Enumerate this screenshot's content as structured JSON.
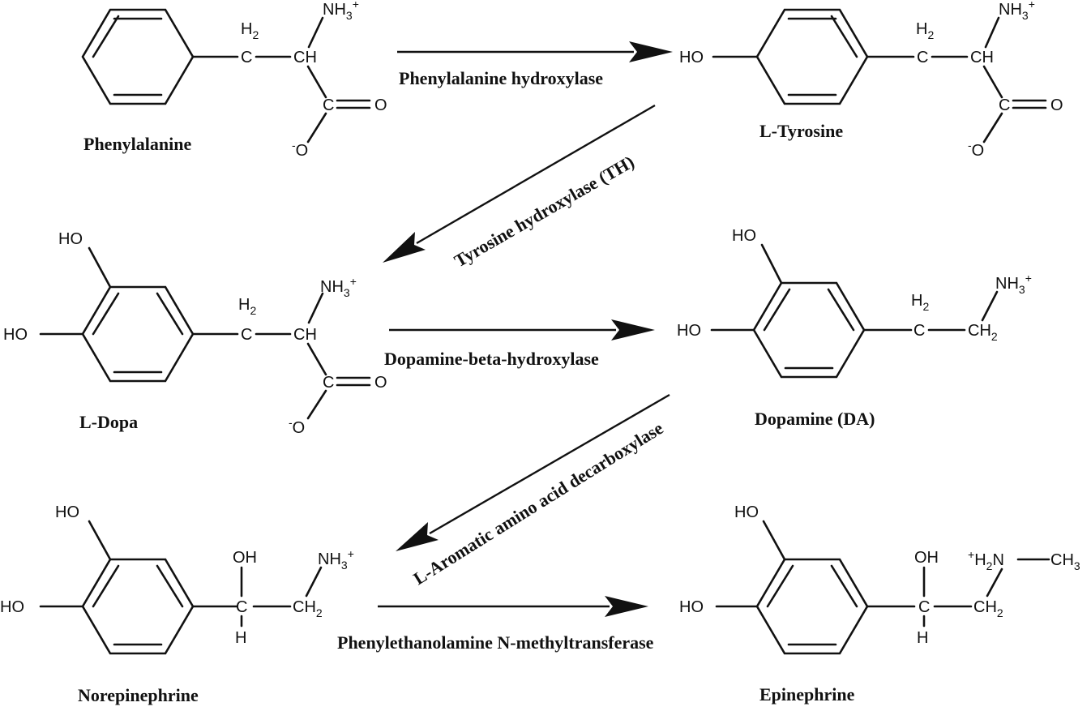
{
  "molecules": {
    "phenylalanine": {
      "name": "Phenylalanine",
      "atoms": {
        "h2": "H",
        "h2_sub": "2",
        "c": "C",
        "ch": "CH",
        "nh3": "NH",
        "nh3_sub": "3",
        "nh3_sup": "+",
        "c2": "C",
        "o": "O",
        "o_minus_sup": "-",
        "o_minus": "O"
      }
    },
    "tyrosine": {
      "name": "L-Tyrosine",
      "atoms": {
        "ho": "HO",
        "h2": "H",
        "h2_sub": "2",
        "c": "C",
        "ch": "CH",
        "nh3": "NH",
        "nh3_sub": "3",
        "nh3_sup": "+",
        "c2": "C",
        "o": "O",
        "o_minus_sup": "-",
        "o_minus": "O"
      }
    },
    "ldopa": {
      "name": "L-Dopa",
      "atoms": {
        "ho_top": "HO",
        "ho_left": "HO",
        "h2": "H",
        "h2_sub": "2",
        "c": "C",
        "ch": "CH",
        "nh3": "NH",
        "nh3_sub": "3",
        "nh3_sup": "+",
        "c2": "C",
        "o": "O",
        "o_minus_sup": "-",
        "o_minus": "O"
      }
    },
    "dopamine": {
      "name": "Dopamine (DA)",
      "atoms": {
        "ho_top": "HO",
        "ho_left": "HO",
        "h2": "H",
        "h2_sub": "2",
        "c": "C",
        "ch2": "CH",
        "ch2_sub": "2",
        "nh3": "NH",
        "nh3_sub": "3",
        "nh3_sup": "+"
      }
    },
    "norepinephrine": {
      "name": "Norepinephrine",
      "atoms": {
        "ho_top": "HO",
        "ho_left": "HO",
        "oh": "OH",
        "c": "C",
        "h": "H",
        "ch2": "CH",
        "ch2_sub": "2",
        "nh3": "NH",
        "nh3_sub": "3",
        "nh3_sup": "+"
      }
    },
    "epinephrine": {
      "name": "Epinephrine",
      "atoms": {
        "ho_top": "HO",
        "ho_left": "HO",
        "oh": "OH",
        "c": "C",
        "h": "H",
        "ch2": "CH",
        "ch2_sub": "2",
        "n_sup": "+",
        "n_h": "H",
        "n_sub": "2",
        "n": "N",
        "ch3": "CH",
        "ch3_sub": "3"
      }
    }
  },
  "enzymes": {
    "phenylalanine_hydroxylase": "Phenylalanine hydroxylase",
    "tyrosine_hydroxylase": "Tyrosine hydroxylase (TH)",
    "dopamine_beta_hydroxylase": "Dopamine-beta-hydroxylase",
    "aromatic_decarboxylase": "L-Aromatic amino acid decarboxylase",
    "pnmt": "Phenylethanolamine N-methyltransferase"
  }
}
